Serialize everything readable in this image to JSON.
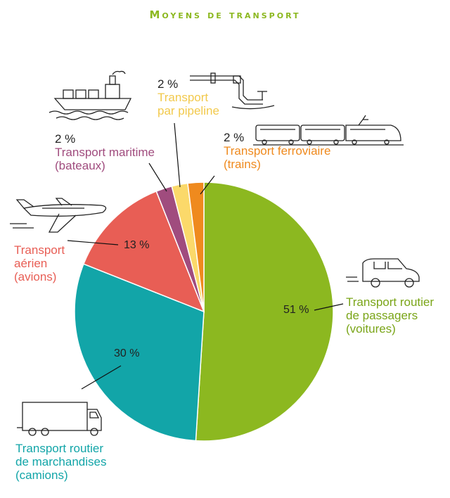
{
  "title": "Moyens de transport",
  "colors": {
    "title": "#8cb820",
    "voitures": "#8cb820",
    "camions": "#12a5a8",
    "aerien": "#e85e55",
    "maritime": "#a04c7e",
    "pipeline": "#fbd96a",
    "ferroviaire": "#ef8a1e"
  },
  "chart_data": {
    "type": "pie",
    "title": "Moyens de transport",
    "start_angle_deg": 0,
    "direction": "clockwise",
    "slices": [
      {
        "key": "voitures",
        "value": 51,
        "value_label": "51 %",
        "label_lines": [
          "Transport routier",
          "de passagers",
          "(voitures)"
        ],
        "color": "#8cb820"
      },
      {
        "key": "camions",
        "value": 30,
        "value_label": "30 %",
        "label_lines": [
          "Transport routier",
          "de marchandises",
          "(camions)"
        ],
        "color": "#12a5a8"
      },
      {
        "key": "aerien",
        "value": 13,
        "value_label": "13 %",
        "label_lines": [
          "Transport",
          "aérien",
          "(avions)"
        ],
        "color": "#e85e55"
      },
      {
        "key": "maritime",
        "value": 2,
        "value_label": "2 %",
        "label_lines": [
          "Transport maritime",
          "(bateaux)"
        ],
        "color": "#a04c7e"
      },
      {
        "key": "pipeline",
        "value": 2,
        "value_label": "2 %",
        "label_lines": [
          "Transport",
          "par pipeline"
        ],
        "color": "#fbd96a"
      },
      {
        "key": "ferroviaire",
        "value": 2,
        "value_label": "2 %",
        "label_lines": [
          "Transport ferroviaire",
          "(trains)"
        ],
        "color": "#ef8a1e"
      }
    ]
  },
  "icons": [
    "ship-icon",
    "pipeline-icon",
    "train-icon",
    "airplane-icon",
    "car-icon",
    "truck-icon"
  ]
}
